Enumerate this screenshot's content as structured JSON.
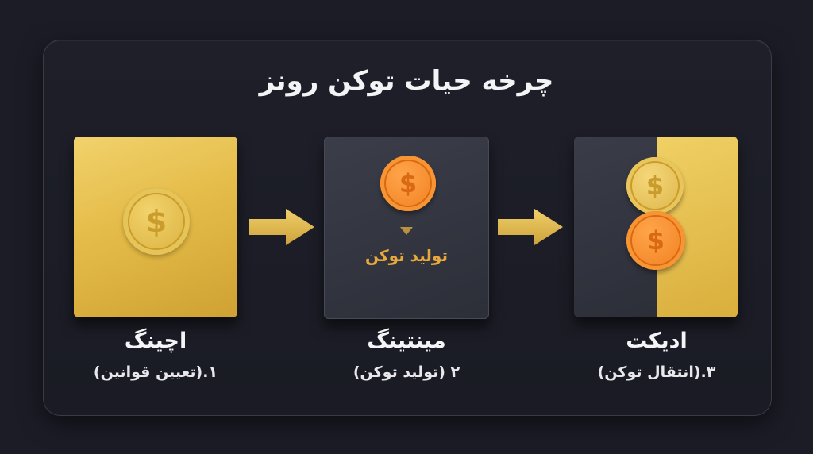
{
  "title": "چرخه حیات توکن رونز",
  "steps": [
    {
      "name": "اچینگ",
      "desc": "۱.(تعیین قوانین)"
    },
    {
      "name": "مینتینگ",
      "desc": "۲ (تولید توکن)",
      "card_label": "تولید توکن"
    },
    {
      "name": "ادیکت",
      "desc": "۳.(انتقال توکن)"
    }
  ],
  "coin_symbol": "$",
  "colors": {
    "gold": "#e4bb48",
    "orange": "#ef7d1d",
    "dark_card": "#30323d",
    "background": "#1b1c26"
  },
  "icons": [
    "dollar-coin-icon",
    "right-arrow-icon",
    "down-triangle-icon"
  ]
}
